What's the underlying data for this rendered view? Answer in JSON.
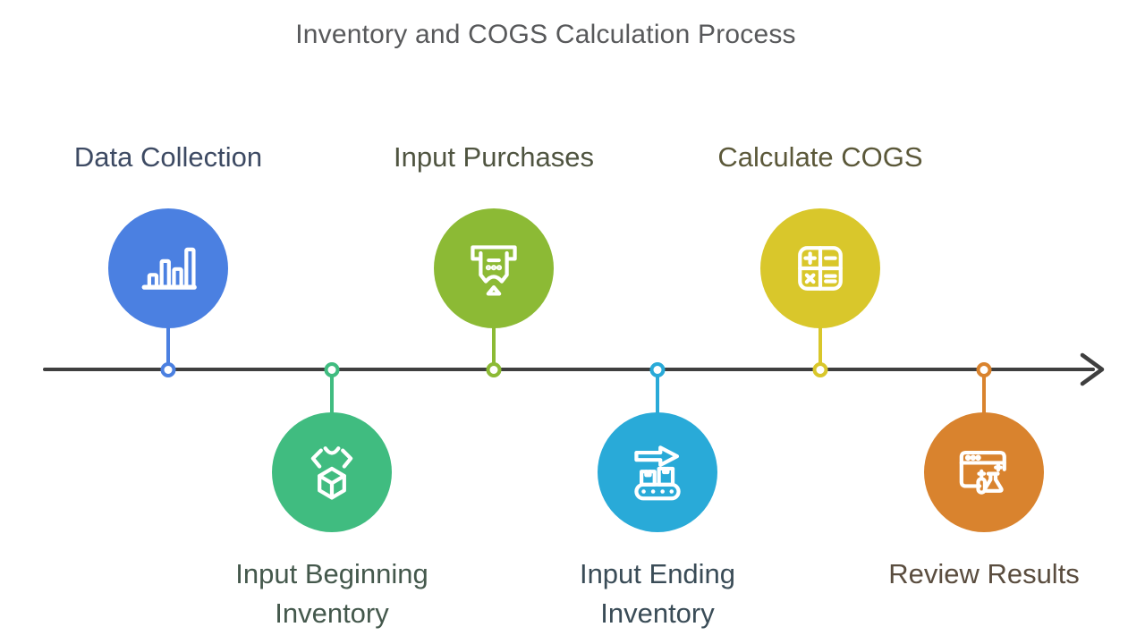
{
  "title": "Inventory and COGS Calculation Process",
  "colors": {
    "background": "#ffffff",
    "title_text": "#58595b",
    "timeline": "#3f3f3f"
  },
  "timeline": {
    "direction": "left-to-right",
    "arrowhead": "chevron-right"
  },
  "steps": [
    {
      "label": "Data Collection",
      "icon": "bar-chart-icon",
      "accent": "#4b80e1",
      "label_color": "#3d4a63",
      "position": "above"
    },
    {
      "label": "Input Beginning\nInventory",
      "icon": "claw-box-icon",
      "accent": "#40bc80",
      "label_color": "#44584c",
      "position": "below"
    },
    {
      "label": "Input Purchases",
      "icon": "receipt-printer-icon",
      "accent": "#8cba35",
      "label_color": "#4f5440",
      "position": "above"
    },
    {
      "label": "Input Ending\nInventory",
      "icon": "conveyor-arrow-icon",
      "accent": "#29aad8",
      "label_color": "#3a4c57",
      "position": "below"
    },
    {
      "label": "Calculate COGS",
      "icon": "calculator-icon",
      "accent": "#d9c72b",
      "label_color": "#5b5839",
      "position": "above"
    },
    {
      "label": "Review Results",
      "icon": "browser-flask-icon",
      "accent": "#d9832e",
      "label_color": "#5a4d3f",
      "position": "below"
    }
  ]
}
